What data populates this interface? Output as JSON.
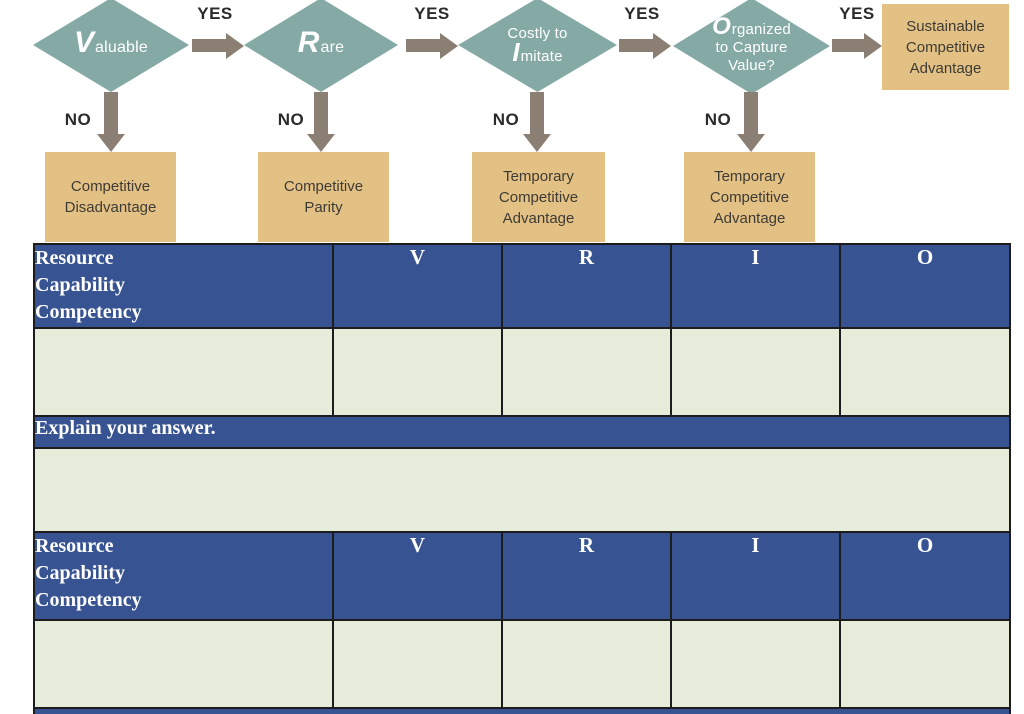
{
  "colors": {
    "teal": "#85AAA6",
    "arrow": "#8B7E73",
    "tan": "#E3C083",
    "tan_text": "#3E3B36",
    "label_text": "#2B2B2B",
    "blue": "#375391",
    "green": "#E5ECD9",
    "border": "#1C1C1C",
    "white": "#FFFFFF"
  },
  "flowchart": {
    "yes_label": "YES",
    "no_label": "NO",
    "decisions": [
      {
        "name": "Valuable",
        "lines": [
          {
            "big": "V",
            "text": "aluable"
          }
        ]
      },
      {
        "name": "Rare",
        "lines": [
          {
            "big": "R",
            "text": "are"
          }
        ]
      },
      {
        "name": "Costly to Imitate",
        "lines": [
          {
            "big": "",
            "text": "Costly to"
          },
          {
            "big": "I",
            "text": "mitate"
          }
        ]
      },
      {
        "name": "Organized to Capture Value?",
        "lines": [
          {
            "big": "O",
            "text": "rganized"
          },
          {
            "big": "",
            "text": "to Capture"
          },
          {
            "big": "",
            "text": "Value?"
          }
        ]
      }
    ],
    "no_outcomes": [
      "Competitive Disadvantage",
      "Competitive Parity",
      "Temporary Competitive Advantage",
      "Temporary Competitive Advantage"
    ],
    "final_outcome": "Sustainable Competitive Advantage"
  },
  "table": {
    "header_col1": "Resource\nCapability\nCompetency",
    "columns": [
      "V",
      "R",
      "I",
      "O"
    ],
    "explain_label": "Explain your answer."
  }
}
